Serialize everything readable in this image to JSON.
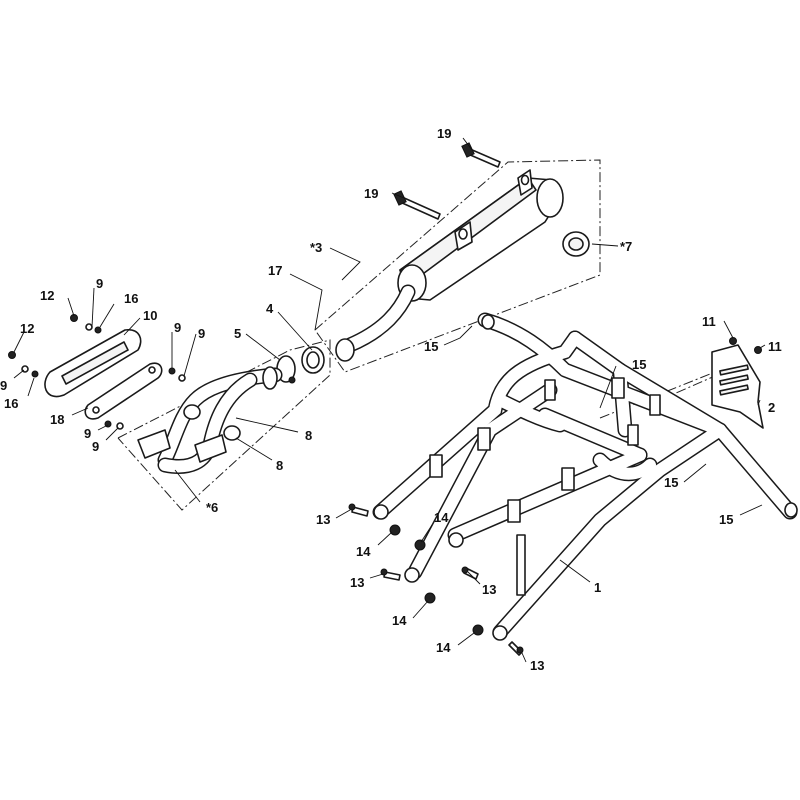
{
  "colors": {
    "line": "#1a1a1a",
    "background": "#ffffff",
    "part_fill": "#f4f4f4"
  },
  "callouts": [
    {
      "id": "c19a",
      "text": "19"
    },
    {
      "id": "c19b",
      "text": "19"
    },
    {
      "id": "c3",
      "text": "*3"
    },
    {
      "id": "c7",
      "text": "*7"
    },
    {
      "id": "c17",
      "text": "17"
    },
    {
      "id": "c4",
      "text": "4"
    },
    {
      "id": "c5",
      "text": "5"
    },
    {
      "id": "c12a",
      "text": "12"
    },
    {
      "id": "c9a",
      "text": "9"
    },
    {
      "id": "c16a",
      "text": "16"
    },
    {
      "id": "c10",
      "text": "10"
    },
    {
      "id": "c12b",
      "text": "12"
    },
    {
      "id": "c9b",
      "text": "9"
    },
    {
      "id": "c16b",
      "text": "16"
    },
    {
      "id": "c9c",
      "text": "9"
    },
    {
      "id": "c9d",
      "text": "9"
    },
    {
      "id": "c18",
      "text": "18"
    },
    {
      "id": "c9e",
      "text": "9"
    },
    {
      "id": "c9f",
      "text": "9"
    },
    {
      "id": "c8a",
      "text": "8"
    },
    {
      "id": "c8b",
      "text": "8"
    },
    {
      "id": "c6",
      "text": "*6"
    },
    {
      "id": "c15a",
      "text": "15"
    },
    {
      "id": "c15b",
      "text": "15"
    },
    {
      "id": "c11a",
      "text": "11"
    },
    {
      "id": "c11b",
      "text": "11"
    },
    {
      "id": "c2",
      "text": "2"
    },
    {
      "id": "c15c",
      "text": "15"
    },
    {
      "id": "c15d",
      "text": "15"
    },
    {
      "id": "c13a",
      "text": "13"
    },
    {
      "id": "c14a",
      "text": "14"
    },
    {
      "id": "c14b",
      "text": "14"
    },
    {
      "id": "c13b",
      "text": "13"
    },
    {
      "id": "c13c",
      "text": "13"
    },
    {
      "id": "c1",
      "text": "1"
    },
    {
      "id": "c14c",
      "text": "14"
    },
    {
      "id": "c14d",
      "text": "14"
    },
    {
      "id": "c13d",
      "text": "13"
    }
  ]
}
